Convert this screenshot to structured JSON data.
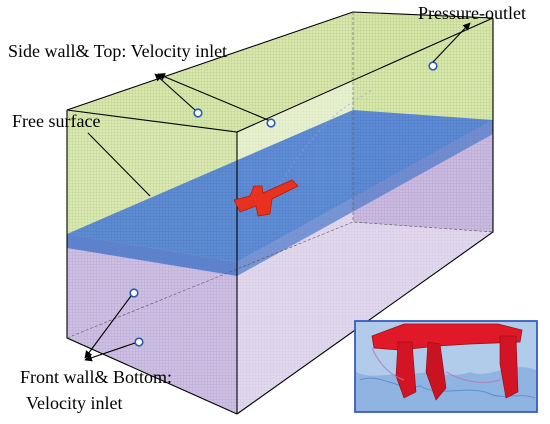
{
  "labels": {
    "pressure_outlet": "Pressure-outlet",
    "side_top": "Side wall& Top: Velocity inlet",
    "free_surface": "Free surface",
    "front_bottom_line1": "Front wall& Bottom:",
    "front_bottom_line2": "Velocity inlet"
  },
  "colors": {
    "air_region": "#d4e4a4",
    "water_region": "#c4b4dc",
    "free_surface": "#4f7fd0",
    "body": "#e8311e",
    "inset_water": "#7aa6d9",
    "inset_body": "#e01828",
    "inset_border": "#3a5cbf"
  }
}
